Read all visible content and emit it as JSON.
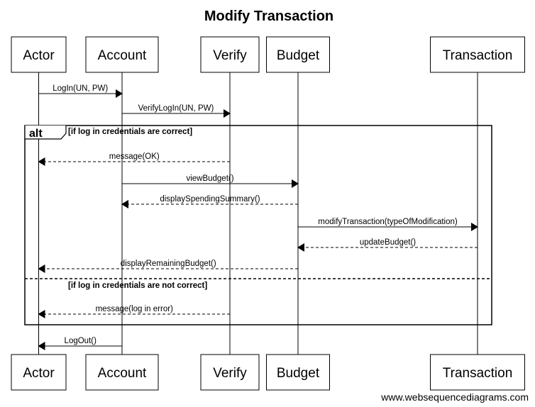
{
  "title": "Modify Transaction",
  "participants": [
    {
      "id": "actor",
      "label": "Actor"
    },
    {
      "id": "account",
      "label": "Account"
    },
    {
      "id": "verify",
      "label": "Verify"
    },
    {
      "id": "budget",
      "label": "Budget"
    },
    {
      "id": "transaction",
      "label": "Transaction"
    }
  ],
  "messages": [
    {
      "from": "actor",
      "to": "account",
      "label": "LogIn(UN, PW)",
      "dashed": false
    },
    {
      "from": "account",
      "to": "verify",
      "label": "VerifyLogIn(UN, PW)",
      "dashed": false
    },
    {
      "from": "verify",
      "to": "actor",
      "label": "message(OK)",
      "dashed": true
    },
    {
      "from": "account",
      "to": "budget",
      "label": "viewBudget()",
      "dashed": false
    },
    {
      "from": "budget",
      "to": "account",
      "label": "displaySpendingSummary()",
      "dashed": true
    },
    {
      "from": "budget",
      "to": "transaction",
      "label": "modifyTransaction(typeOfModification)",
      "dashed": false
    },
    {
      "from": "transaction",
      "to": "budget",
      "label": "updateBudget()",
      "dashed": true
    },
    {
      "from": "budget",
      "to": "actor",
      "label": "displayRemainingBudget()",
      "dashed": true
    },
    {
      "from": "verify",
      "to": "actor",
      "label": "message(log in error)",
      "dashed": true
    },
    {
      "from": "account",
      "to": "actor",
      "label": "LogOut()",
      "dashed": false
    }
  ],
  "fragment": {
    "operator": "alt",
    "guards": [
      "[if log in credentials are correct]",
      "[if log in credentials are not correct]"
    ]
  },
  "watermark": "www.websequencediagrams.com"
}
